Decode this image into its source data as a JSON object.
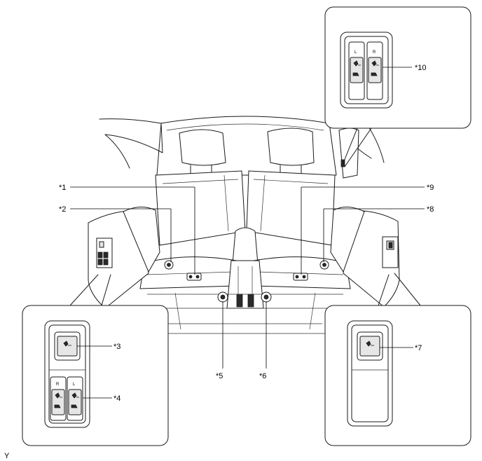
{
  "callouts": {
    "c1": "*1",
    "c2": "*2",
    "c3": "*3",
    "c4": "*4",
    "c5": "*5",
    "c6": "*6",
    "c7": "*7",
    "c8": "*8",
    "c9": "*9",
    "c10": "*10"
  },
  "switch_letters": {
    "top_left": "L",
    "top_right": "R",
    "left_panel_left": "R",
    "left_panel_right": "L"
  },
  "footer_code": "Y"
}
